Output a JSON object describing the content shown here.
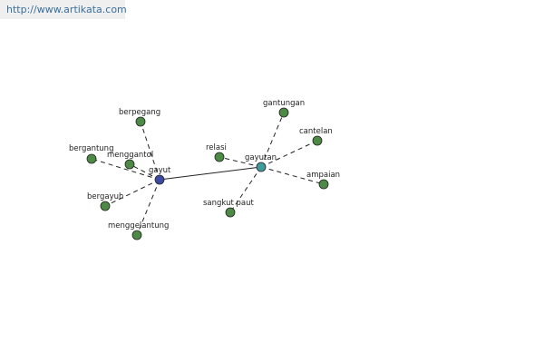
{
  "header": {
    "url_text": "http://www.artikata.com"
  },
  "colors": {
    "leaf": "#4d8a45",
    "center_primary": "#3d4aa0",
    "center_secondary": "#3f9c9a"
  },
  "graph": {
    "nodes": [
      {
        "id": "gayut",
        "label": "gayut",
        "kind": "center_primary"
      },
      {
        "id": "gayutan",
        "label": "gayutan",
        "kind": "center_secondary"
      },
      {
        "id": "berpegang",
        "label": "berpegang",
        "kind": "leaf"
      },
      {
        "id": "bergantung",
        "label": "bergantung",
        "kind": "leaf"
      },
      {
        "id": "menggantol",
        "label": "menggantol",
        "kind": "leaf"
      },
      {
        "id": "bergayuh",
        "label": "bergayuh",
        "kind": "leaf"
      },
      {
        "id": "menggelantung",
        "label": "menggelantung",
        "kind": "leaf"
      },
      {
        "id": "relasi",
        "label": "relasi",
        "kind": "leaf"
      },
      {
        "id": "gantungan",
        "label": "gantungan",
        "kind": "leaf"
      },
      {
        "id": "cantelan",
        "label": "cantelan",
        "kind": "leaf"
      },
      {
        "id": "ampaian",
        "label": "ampaian",
        "kind": "leaf"
      },
      {
        "id": "sangkut-paut",
        "label": "sangkut paut",
        "kind": "leaf"
      }
    ],
    "edges": [
      {
        "from": "gayut",
        "to": "gayutan",
        "style": "solid"
      },
      {
        "from": "gayut",
        "to": "berpegang",
        "style": "dashed"
      },
      {
        "from": "gayut",
        "to": "bergantung",
        "style": "dashed"
      },
      {
        "from": "gayut",
        "to": "menggantol",
        "style": "dashed"
      },
      {
        "from": "gayut",
        "to": "bergayuh",
        "style": "dashed"
      },
      {
        "from": "gayut",
        "to": "menggelantung",
        "style": "dashed"
      },
      {
        "from": "gayutan",
        "to": "relasi",
        "style": "dashed"
      },
      {
        "from": "gayutan",
        "to": "gantungan",
        "style": "dashed"
      },
      {
        "from": "gayutan",
        "to": "cantelan",
        "style": "dashed"
      },
      {
        "from": "gayutan",
        "to": "ampaian",
        "style": "dashed"
      },
      {
        "from": "gayutan",
        "to": "sangkut-paut",
        "style": "dashed"
      }
    ]
  }
}
